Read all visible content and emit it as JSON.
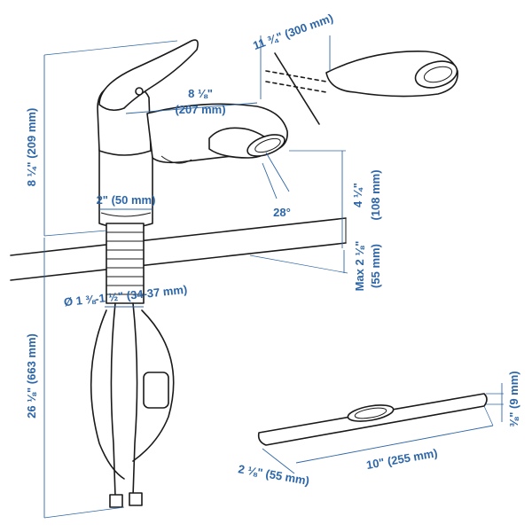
{
  "colors": {
    "dimension": "#2d66a8",
    "outline": "#1a1a1a",
    "background": "#ffffff"
  },
  "labels": {
    "hose_length": "11 ¾\" (300 mm)",
    "spout_reach_in": "8 ⅛\"",
    "spout_reach_mm": "(207 mm)",
    "total_height": "8 ¼\" (209 mm)",
    "base_diameter": "2\" (50 mm)",
    "spray_angle": "28°",
    "spout_height_in": "4 ¼\"",
    "spout_height_mm": "(108 mm)",
    "max_thickness_in": "Max 2 ⅛\"",
    "max_thickness_mm": "(55 mm)",
    "hole_diameter": "Ø 1 ⅜-1 ½\" (34-37 mm)",
    "hose_below": "26 ⅛\" (663 mm)",
    "plate_thickness": "⅜\" (9 mm)",
    "plate_length": "10\" (255 mm)",
    "plate_width": "2 ⅛\" (55 mm)"
  }
}
